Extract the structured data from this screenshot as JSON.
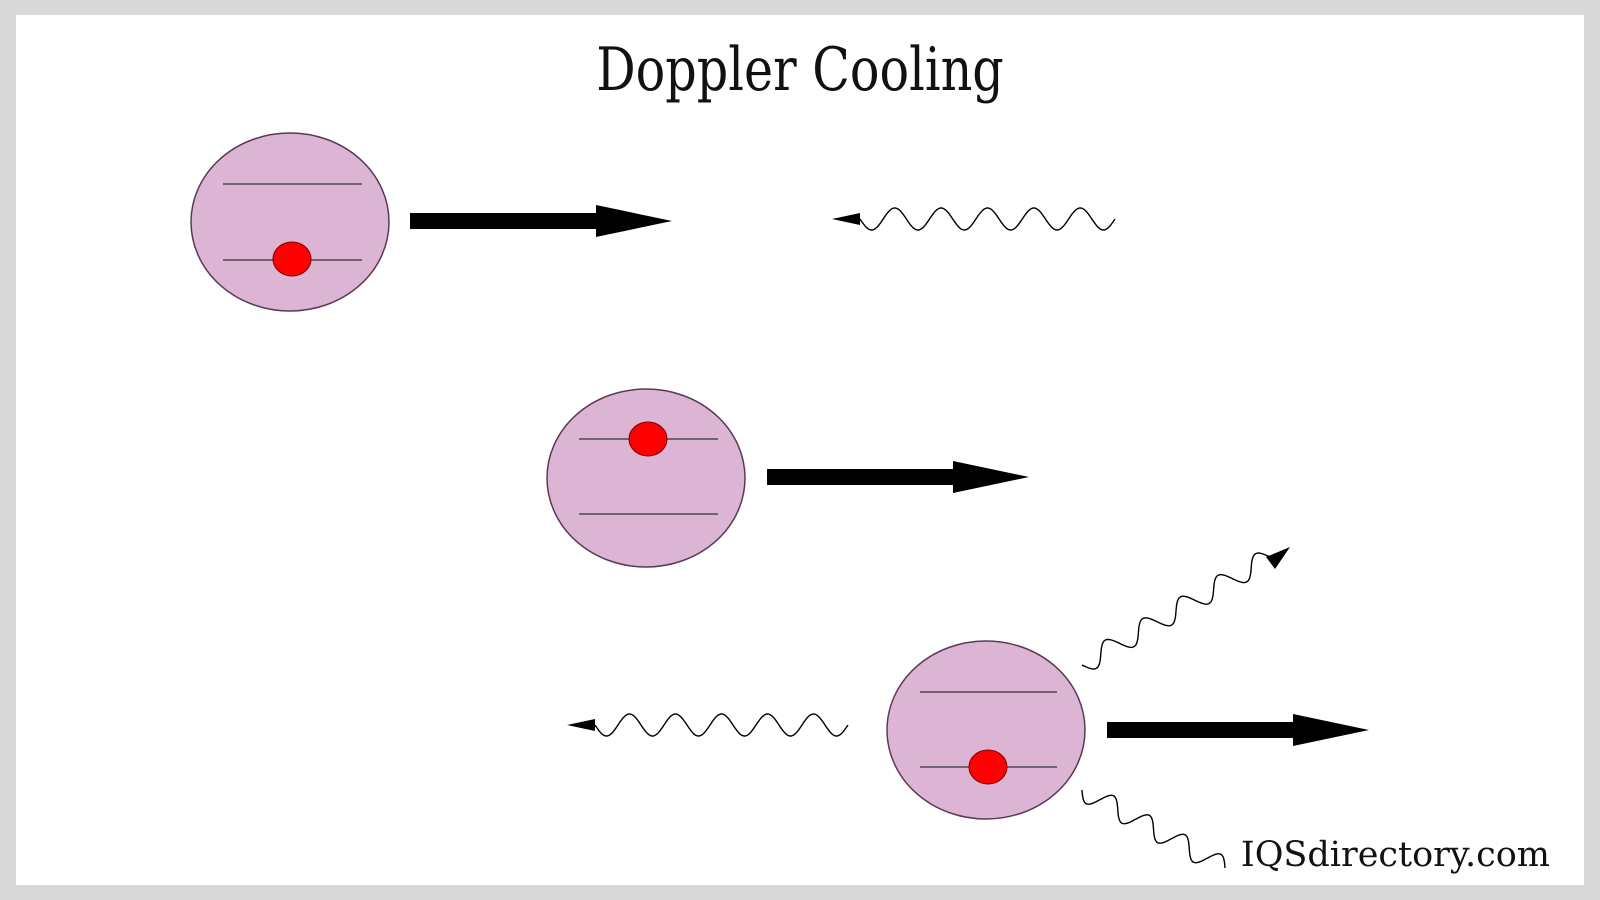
{
  "title": "Doppler Cooling",
  "watermark": "IQSdirectory.com",
  "colors": {
    "atom_fill": "#dcb4d4",
    "electron": "#ff0000",
    "arrow": "#000000",
    "background": "#ffffff",
    "frame": "#d9d9d9"
  },
  "stages": [
    {
      "name": "absorption-approach",
      "electron_level": "ground",
      "incoming_photon": true,
      "emitted_photons": 0
    },
    {
      "name": "excited-state",
      "electron_level": "excited",
      "incoming_photon": false,
      "emitted_photons": 0
    },
    {
      "name": "spontaneous-emission",
      "electron_level": "ground",
      "incoming_photon": false,
      "emitted_photons": 3
    }
  ]
}
